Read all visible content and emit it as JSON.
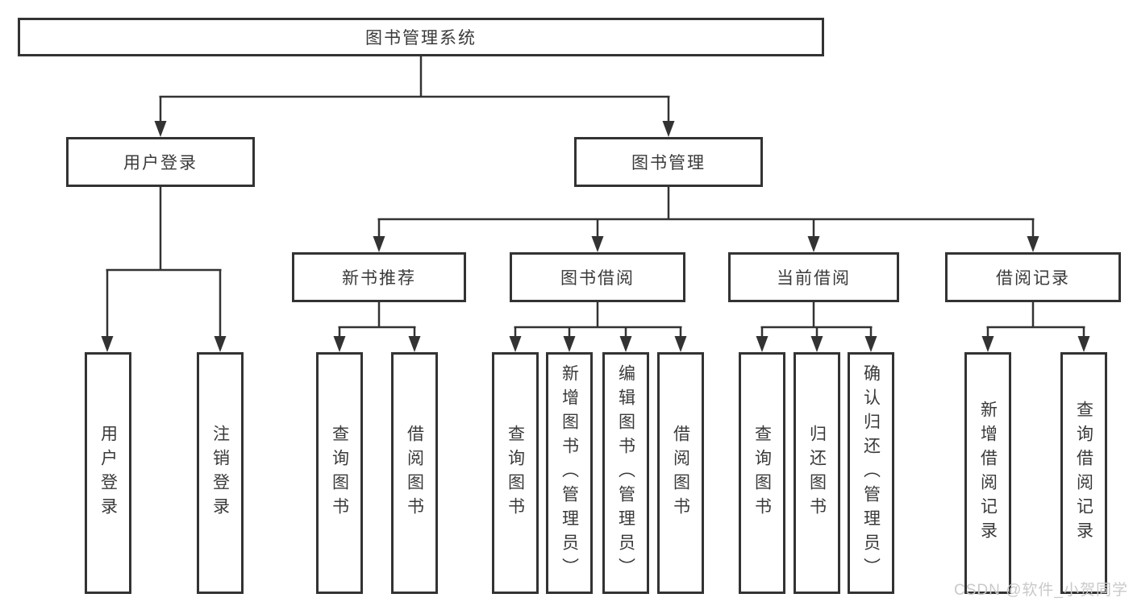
{
  "diagram": {
    "type": "hierarchy-tree",
    "root": {
      "label": "图书管理系统",
      "children": [
        {
          "label": "用户登录",
          "children": [
            {
              "label": "用户登录"
            },
            {
              "label": "注销登录"
            }
          ]
        },
        {
          "label": "图书管理",
          "children": [
            {
              "label": "新书推荐",
              "children": [
                {
                  "label": "查询图书"
                },
                {
                  "label": "借阅图书"
                }
              ]
            },
            {
              "label": "图书借阅",
              "children": [
                {
                  "label": "查询图书"
                },
                {
                  "label": "新增图书（管理员）"
                },
                {
                  "label": "编辑图书（管理员）"
                },
                {
                  "label": "借阅图书"
                }
              ]
            },
            {
              "label": "当前借阅",
              "children": [
                {
                  "label": "查询图书"
                },
                {
                  "label": "归还图书"
                },
                {
                  "label": "确认归还（管理员）"
                }
              ]
            },
            {
              "label": "借阅记录",
              "children": [
                {
                  "label": "新增借阅记录"
                },
                {
                  "label": "查询借阅记录"
                }
              ]
            }
          ]
        }
      ]
    },
    "watermark": "CSDN @软件_小贺同学",
    "colors": {
      "line": "#333333",
      "box_border": "#333333",
      "text": "#3a3a3a",
      "background": "#ffffff",
      "watermark": "#c9c9c9"
    }
  }
}
